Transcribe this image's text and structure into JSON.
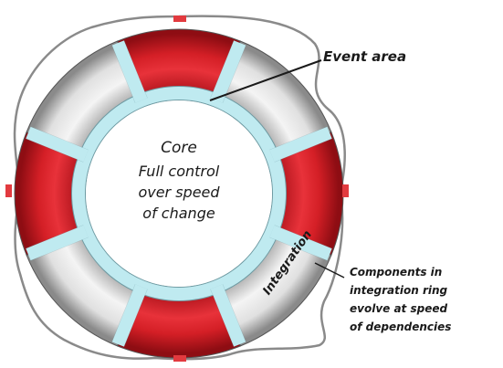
{
  "core": {
    "title": "Core",
    "line1": "Full control",
    "line2": "over speed",
    "line3": "of change"
  },
  "event_area": {
    "label": "Event area"
  },
  "integration": {
    "label": "Integration"
  },
  "components_note": {
    "line1": "Components in",
    "line2": "integration ring",
    "line3": "evolve at speed",
    "line4": "of dependencies"
  },
  "colors": {
    "red": "#d41f26",
    "white_segment": "#eeeeee",
    "event_ring": "#bfeaf0",
    "rope": "#888888"
  }
}
